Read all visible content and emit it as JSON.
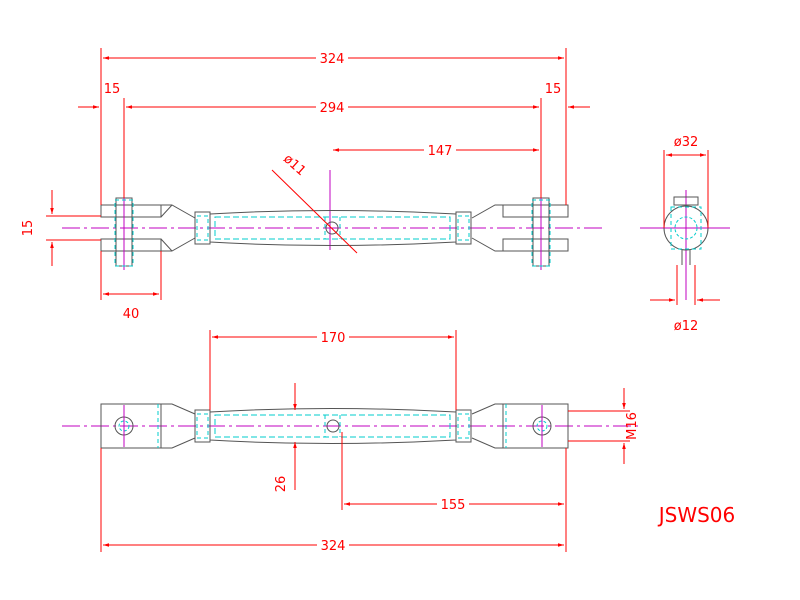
{
  "drawing": {
    "code": "JSWS06",
    "dimensions": {
      "top_overall": "324",
      "top_left_offset": "15",
      "top_right_offset": "15",
      "pin_centers": "294",
      "half_length": "147",
      "hole_dia": "ø11",
      "jaw_gap": "15",
      "jaw_length": "40",
      "end_dia": "ø32",
      "pin_dia": "ø12",
      "body_length": "170",
      "thread": "M16",
      "center_offset": "26",
      "right_length": "155",
      "bottom_overall": "324"
    }
  }
}
